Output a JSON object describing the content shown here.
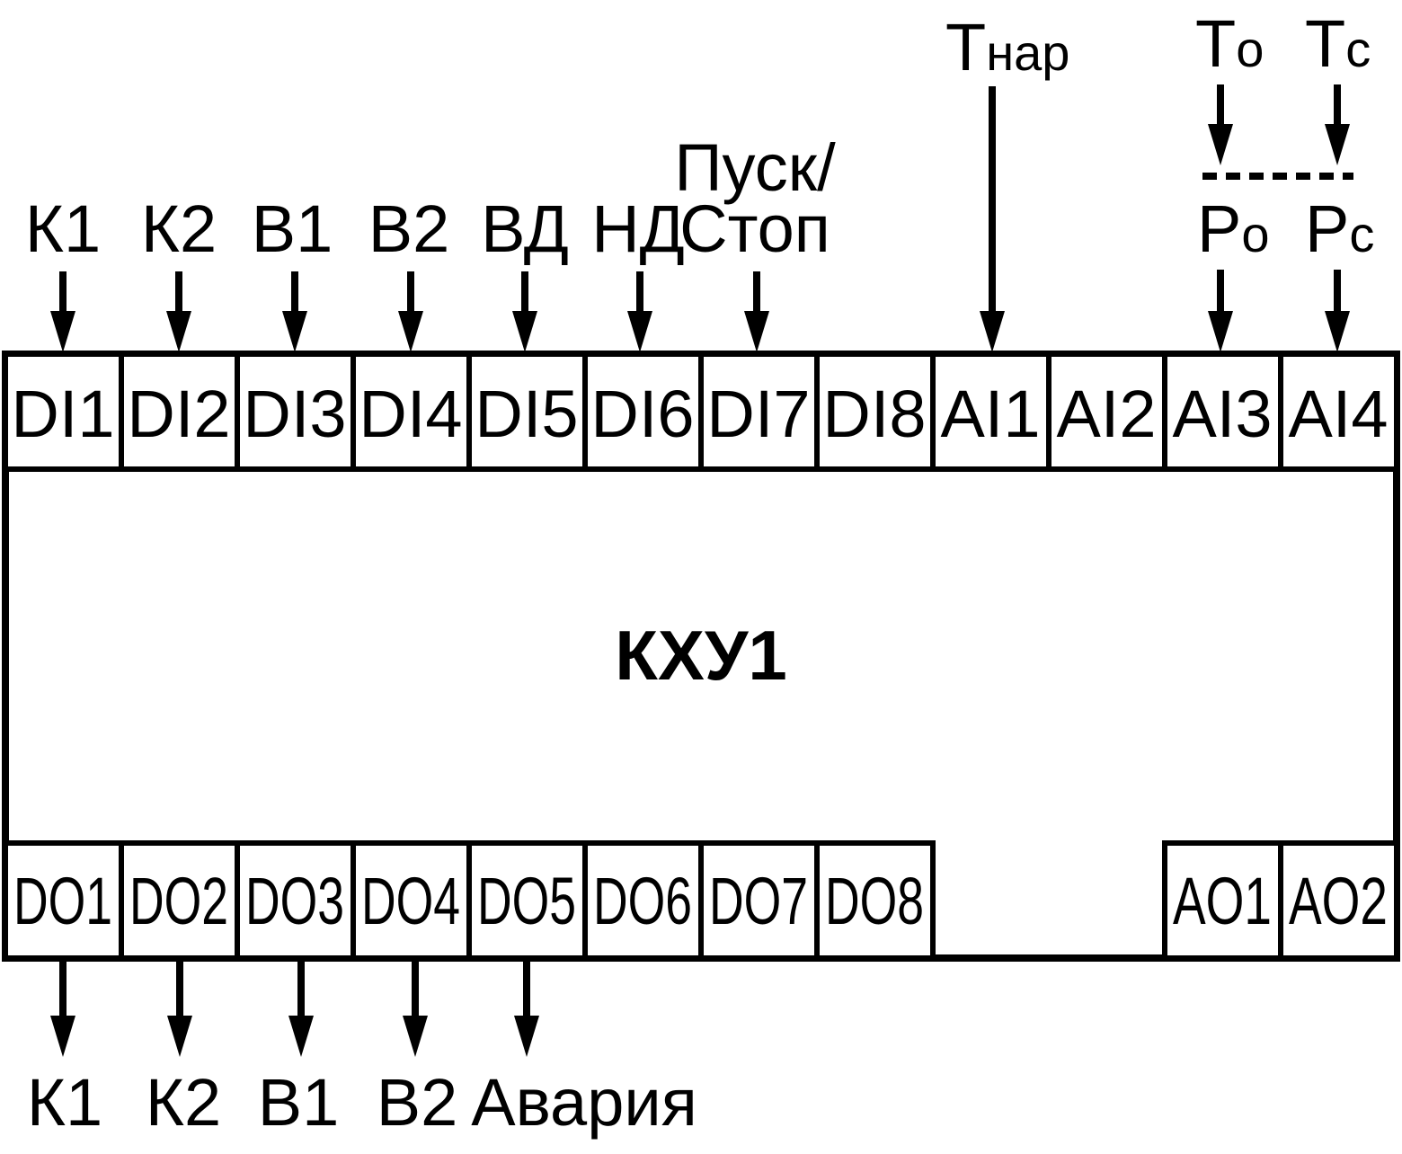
{
  "diagram": {
    "controller": "КХУ1",
    "inputs_top": [
      "DI1",
      "DI2",
      "DI3",
      "DI4",
      "DI5",
      "DI6",
      "DI7",
      "DI8",
      "AI1",
      "AI2",
      "AI3",
      "AI4"
    ],
    "outputs_bottom": [
      "DO1",
      "DO2",
      "DO3",
      "DO4",
      "DO5",
      "DO6",
      "DO7",
      "DO8",
      "AO1",
      "AO2"
    ],
    "input_signals": [
      "К1",
      "К2",
      "В1",
      "В2",
      "ВД",
      "НД"
    ],
    "start_stop": {
      "line1": "Пуск/",
      "line2": "Стоп"
    },
    "outside_temp": {
      "main": "T",
      "sub": "нар"
    },
    "temp_o": {
      "main": "T",
      "sub": "o"
    },
    "temp_c": {
      "main": "T",
      "sub": "c"
    },
    "pressure_o": {
      "main": "P",
      "sub": "o"
    },
    "pressure_c": {
      "main": "P",
      "sub": "c"
    },
    "output_signals": [
      "К1",
      "К2",
      "В1",
      "В2",
      "Авария"
    ],
    "color": "#000000"
  }
}
